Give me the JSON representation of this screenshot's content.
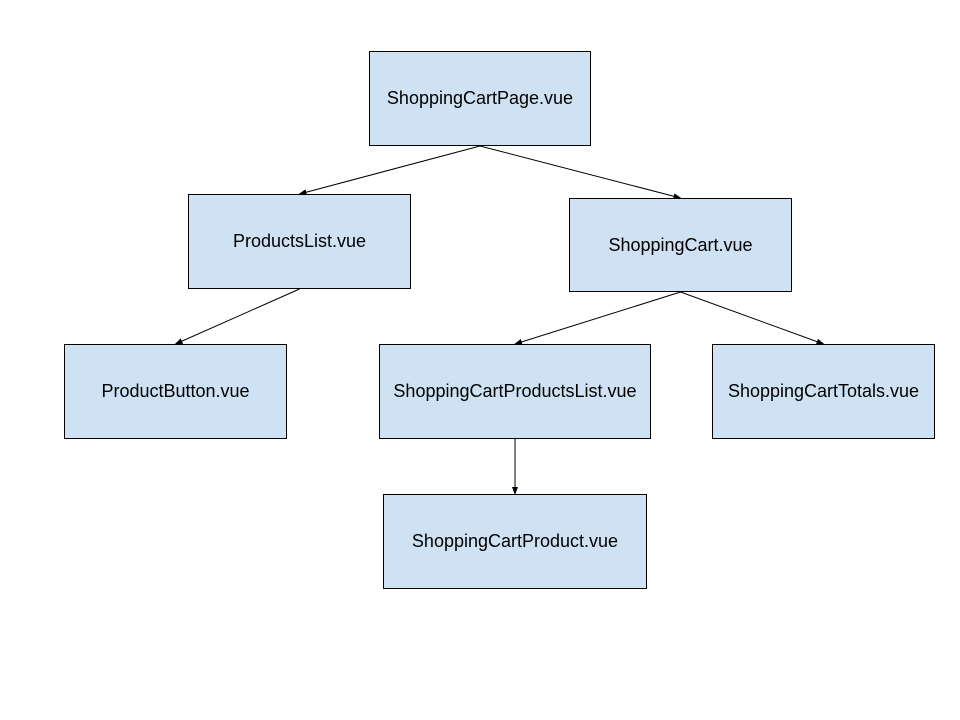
{
  "diagram": {
    "colors": {
      "node_fill": "#cfe2f3",
      "node_border": "#000000",
      "edge": "#000000",
      "background": "#ffffff"
    },
    "nodes": {
      "page": {
        "label": "ShoppingCartPage.vue"
      },
      "products_list": {
        "label": "ProductsList.vue"
      },
      "shopping_cart": {
        "label": "ShoppingCart.vue"
      },
      "product_button": {
        "label": "ProductButton.vue"
      },
      "cart_products_list": {
        "label": "ShoppingCartProductsList.vue"
      },
      "cart_totals": {
        "label": "ShoppingCartTotals.vue"
      },
      "cart_product": {
        "label": "ShoppingCartProduct.vue"
      }
    },
    "edges": [
      {
        "from": "page",
        "to": "products_list"
      },
      {
        "from": "page",
        "to": "shopping_cart"
      },
      {
        "from": "products_list",
        "to": "product_button"
      },
      {
        "from": "shopping_cart",
        "to": "cart_products_list"
      },
      {
        "from": "shopping_cart",
        "to": "cart_totals"
      },
      {
        "from": "cart_products_list",
        "to": "cart_product"
      }
    ]
  }
}
